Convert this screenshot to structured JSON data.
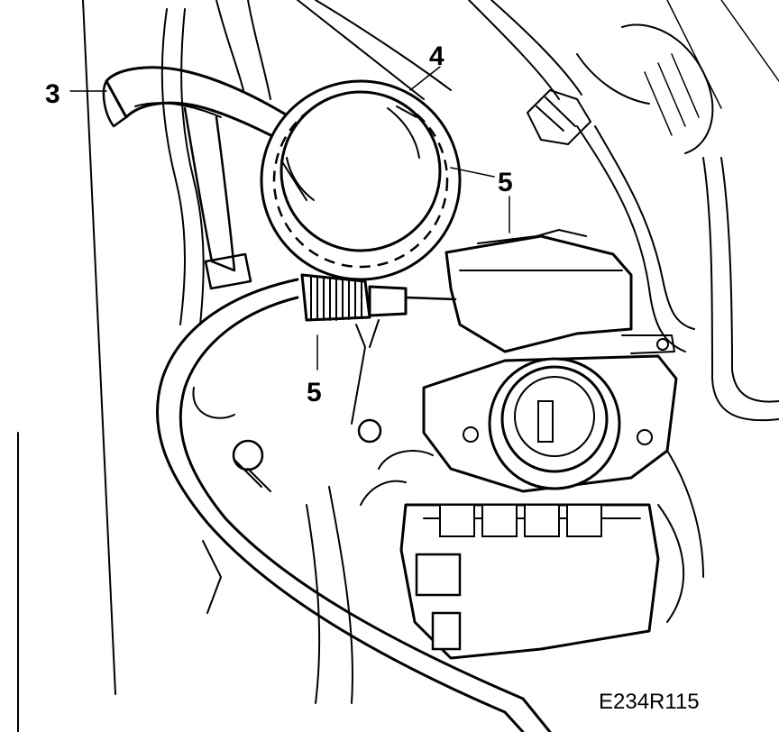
{
  "figure": {
    "reference_code": "E234R115",
    "callouts": {
      "hose": "3",
      "filler_cap": "4",
      "cable_a": "5",
      "cable_b": "5",
      "cable_c": "5"
    }
  },
  "colors": {
    "ink": "#000000",
    "paper": "#ffffff"
  }
}
